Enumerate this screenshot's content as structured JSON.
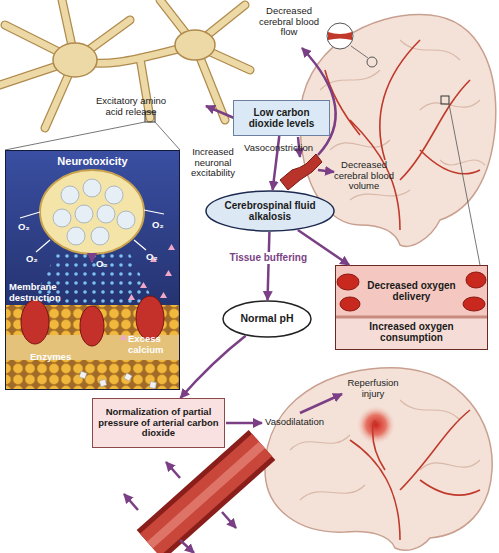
{
  "diagram": {
    "nodes": [
      {
        "text": [
          "Low carbon dioxide levels"
        ]
      },
      {
        "text": [
          "Neurotoxicity"
        ]
      },
      {
        "text": [
          "Cerebrospinal fluid alkalosis"
        ]
      },
      {
        "text": [
          "Decreased oxygen delivery",
          "Increased oxygen consumption"
        ]
      },
      {
        "text": [
          "Normal pH"
        ]
      },
      {
        "text": [
          "Normalization of partial pressure of arterial carbon dioxide"
        ]
      }
    ],
    "edges": [
      {
        "from": 0,
        "to": 2,
        "arrow": "to"
      },
      {
        "from": 2,
        "to": 4,
        "label": "Tissue buffering",
        "arrow": "to"
      },
      {
        "from": 2,
        "to": 3,
        "arrow": "to"
      },
      {
        "from": 4,
        "to": 5,
        "arrow": "to"
      }
    ],
    "labels": [
      "Excitatory amino acid release",
      "O₂",
      "O₂",
      "O₂",
      "O₂",
      "O₂",
      "Membrane destruction",
      "Excess calcium",
      "Enzymes",
      "Decreased cerebral blood flow",
      "Increased neuronal excitability",
      "Vasoconstriction",
      "Decreased cerebral blood volume",
      "Vasodilatation",
      "Reperfusion injury"
    ]
  }
}
